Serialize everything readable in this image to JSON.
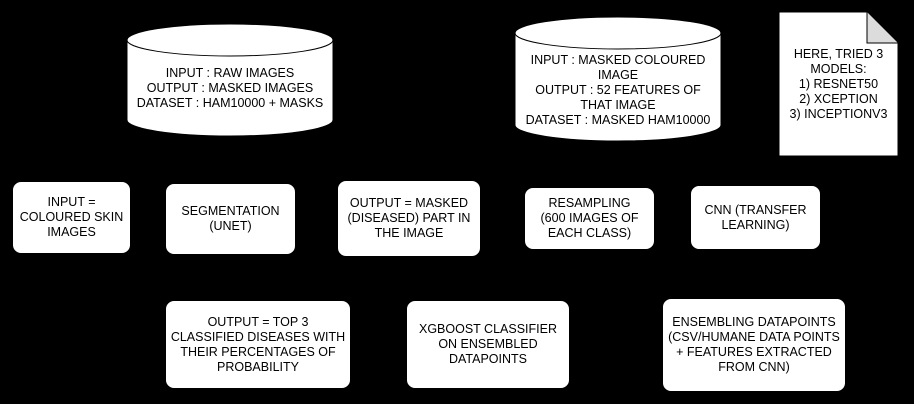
{
  "databases": {
    "segmentation_db": "INPUT : RAW IMAGES\nOUTPUT : MASKED IMAGES\nDATASET : HAM10000 + MASKS",
    "feature_db": "INPUT : MASKED COLOURED IMAGE\nOUTPUT : 52 FEATURES OF THAT IMAGE\nDATASET : MASKED HAM10000"
  },
  "note": {
    "text": "HERE, TRIED 3 MODELS:\n1) RESNET50\n2) XCEPTION\n3) INCEPTIONV3"
  },
  "process_row_1": {
    "input": "INPUT =\nCOLOURED SKIN\nIMAGES",
    "segmentation": "SEGMENTATION\n(UNET)",
    "masked_output": "OUTPUT  = MASKED\n(DISEASED) PART IN\nTHE IMAGE",
    "resampling": "RESAMPLING\n(600 IMAGES OF\nEACH CLASS)",
    "cnn": "CNN (TRANSFER\nLEARNING)"
  },
  "process_row_2": {
    "top3_output": "OUTPUT = TOP 3\nCLASSIFIED DISEASES WITH\nTHEIR PERCENTAGES OF\nPROBABILITY",
    "xgboost": "XGBOOST CLASSIFIER\nON ENSEMBLED\nDATAPOINTS",
    "ensembling": "ENSEMBLING DATAPOINTS\n(CSV/HUMANE DATA POINTS\n+ FEATURES EXTRACTED\nFROM CNN)"
  }
}
